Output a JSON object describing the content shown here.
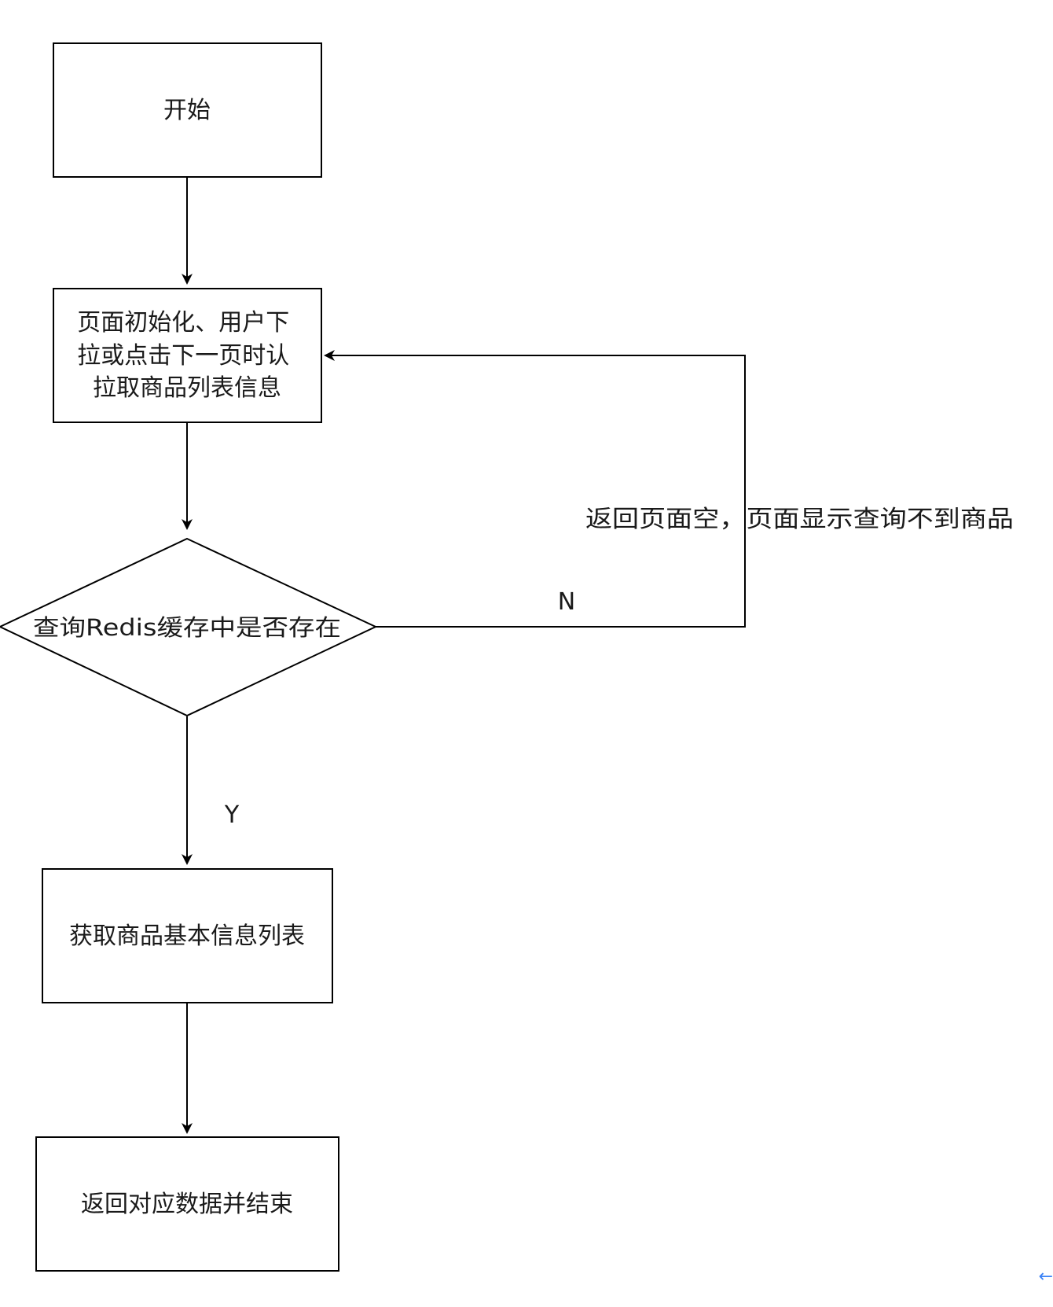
{
  "nodes": {
    "start": {
      "lines": [
        "开始"
      ]
    },
    "load": {
      "lines": [
        "页面初始化、用户下",
        "拉或点击下一页时认",
        "拉取商品列表信息"
      ]
    },
    "check": {
      "lines": [
        "查询Redis缓存中是否存在"
      ]
    },
    "fetch": {
      "lines": [
        "获取商品基本信息列表"
      ]
    },
    "finish": {
      "lines": [
        "返回对应数据并结束"
      ]
    }
  },
  "edges": {
    "no_label": "N",
    "yes_label": "Y",
    "no_note": "返回页面空，页面显示查询不到商品"
  },
  "corner_icon": "left-arrow-icon",
  "corner_glyph": "←",
  "colors": {
    "stroke": "#000000",
    "text": "#1a1a1a",
    "corner_accent": "#3b82f6"
  }
}
